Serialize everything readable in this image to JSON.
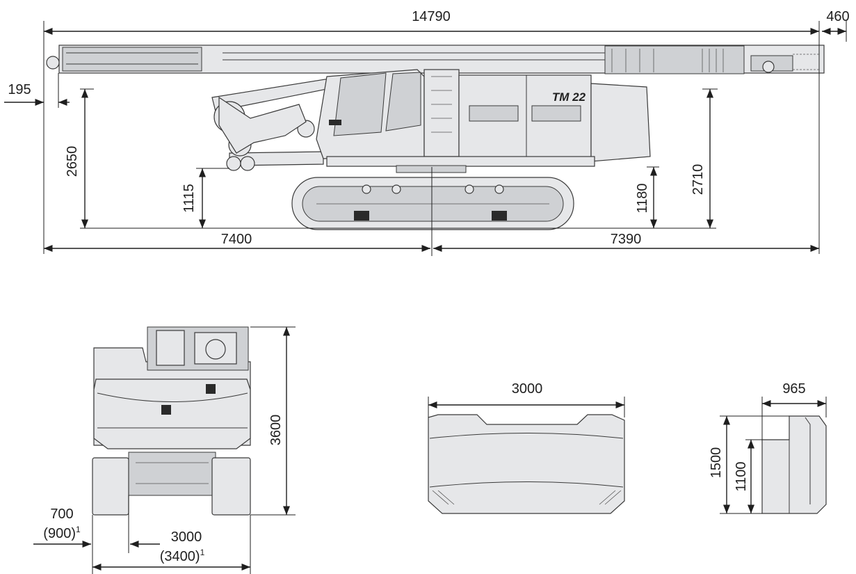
{
  "side_view": {
    "overall_length": "14790",
    "mast_extension": "460",
    "front_overhang": "195",
    "height_left": "2650",
    "height_boom_pivot": "1115",
    "length_front": "7400",
    "length_rear": "7390",
    "counterweight_clearance": "1180",
    "height_right": "2710",
    "model_label": "TM 22"
  },
  "front_view": {
    "height": "3600",
    "track_width": "700",
    "track_width_alt": "(900)",
    "track_gauge": "3000",
    "track_gauge_alt": "(3400)",
    "footnote_mark": "1"
  },
  "counterweight_front": {
    "width": "3000"
  },
  "counterweight_side": {
    "depth": "965",
    "height_total": "1500",
    "height_partial": "1100"
  }
}
